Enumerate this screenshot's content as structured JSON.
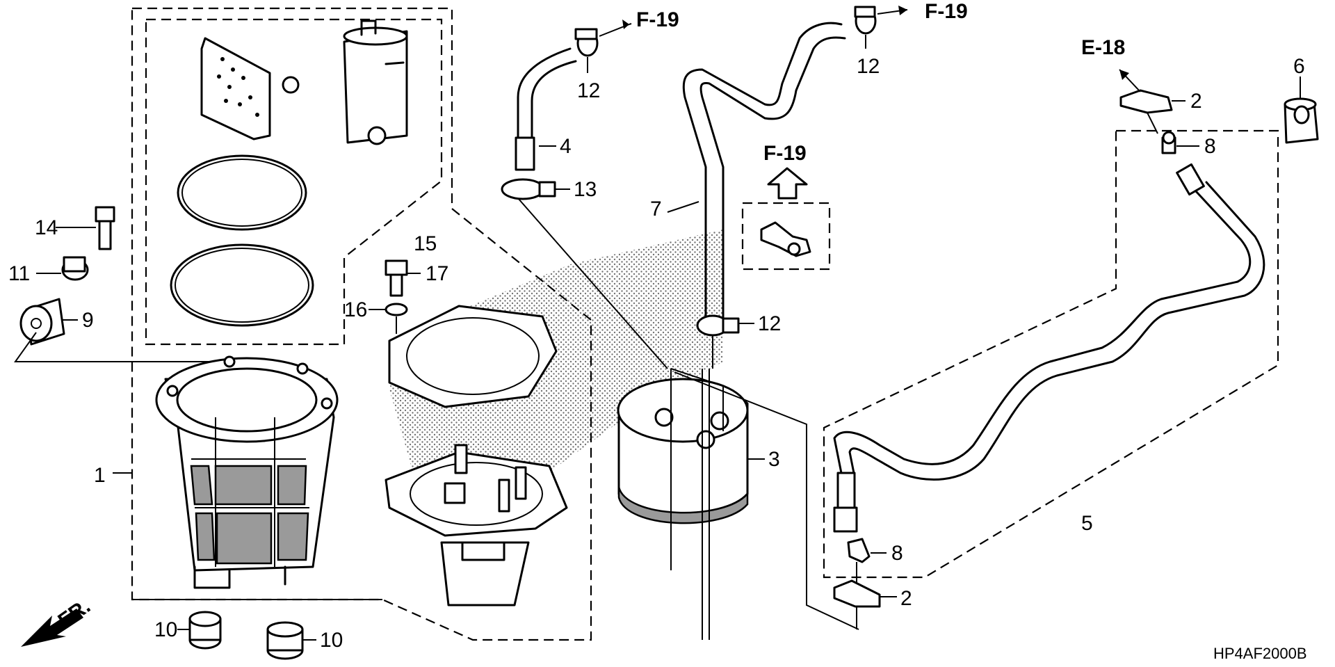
{
  "callouts": {
    "p1": "1",
    "p2a": "2",
    "p2b": "2",
    "p3": "3",
    "p4": "4",
    "p5": "5",
    "p6": "6",
    "p7": "7",
    "p8a": "8",
    "p8b": "8",
    "p9": "9",
    "p10a": "10",
    "p10b": "10",
    "p11": "11",
    "p12a": "12",
    "p12b": "12",
    "p12c": "12",
    "p13": "13",
    "p14": "14",
    "p15": "15",
    "p16": "16",
    "p17": "17"
  },
  "references": {
    "f19_a": "F-19",
    "f19_b": "F-19",
    "f19_c": "F-19",
    "e18": "E-18"
  },
  "direction": "FR.",
  "diagram_code": "HP4AF2000B"
}
